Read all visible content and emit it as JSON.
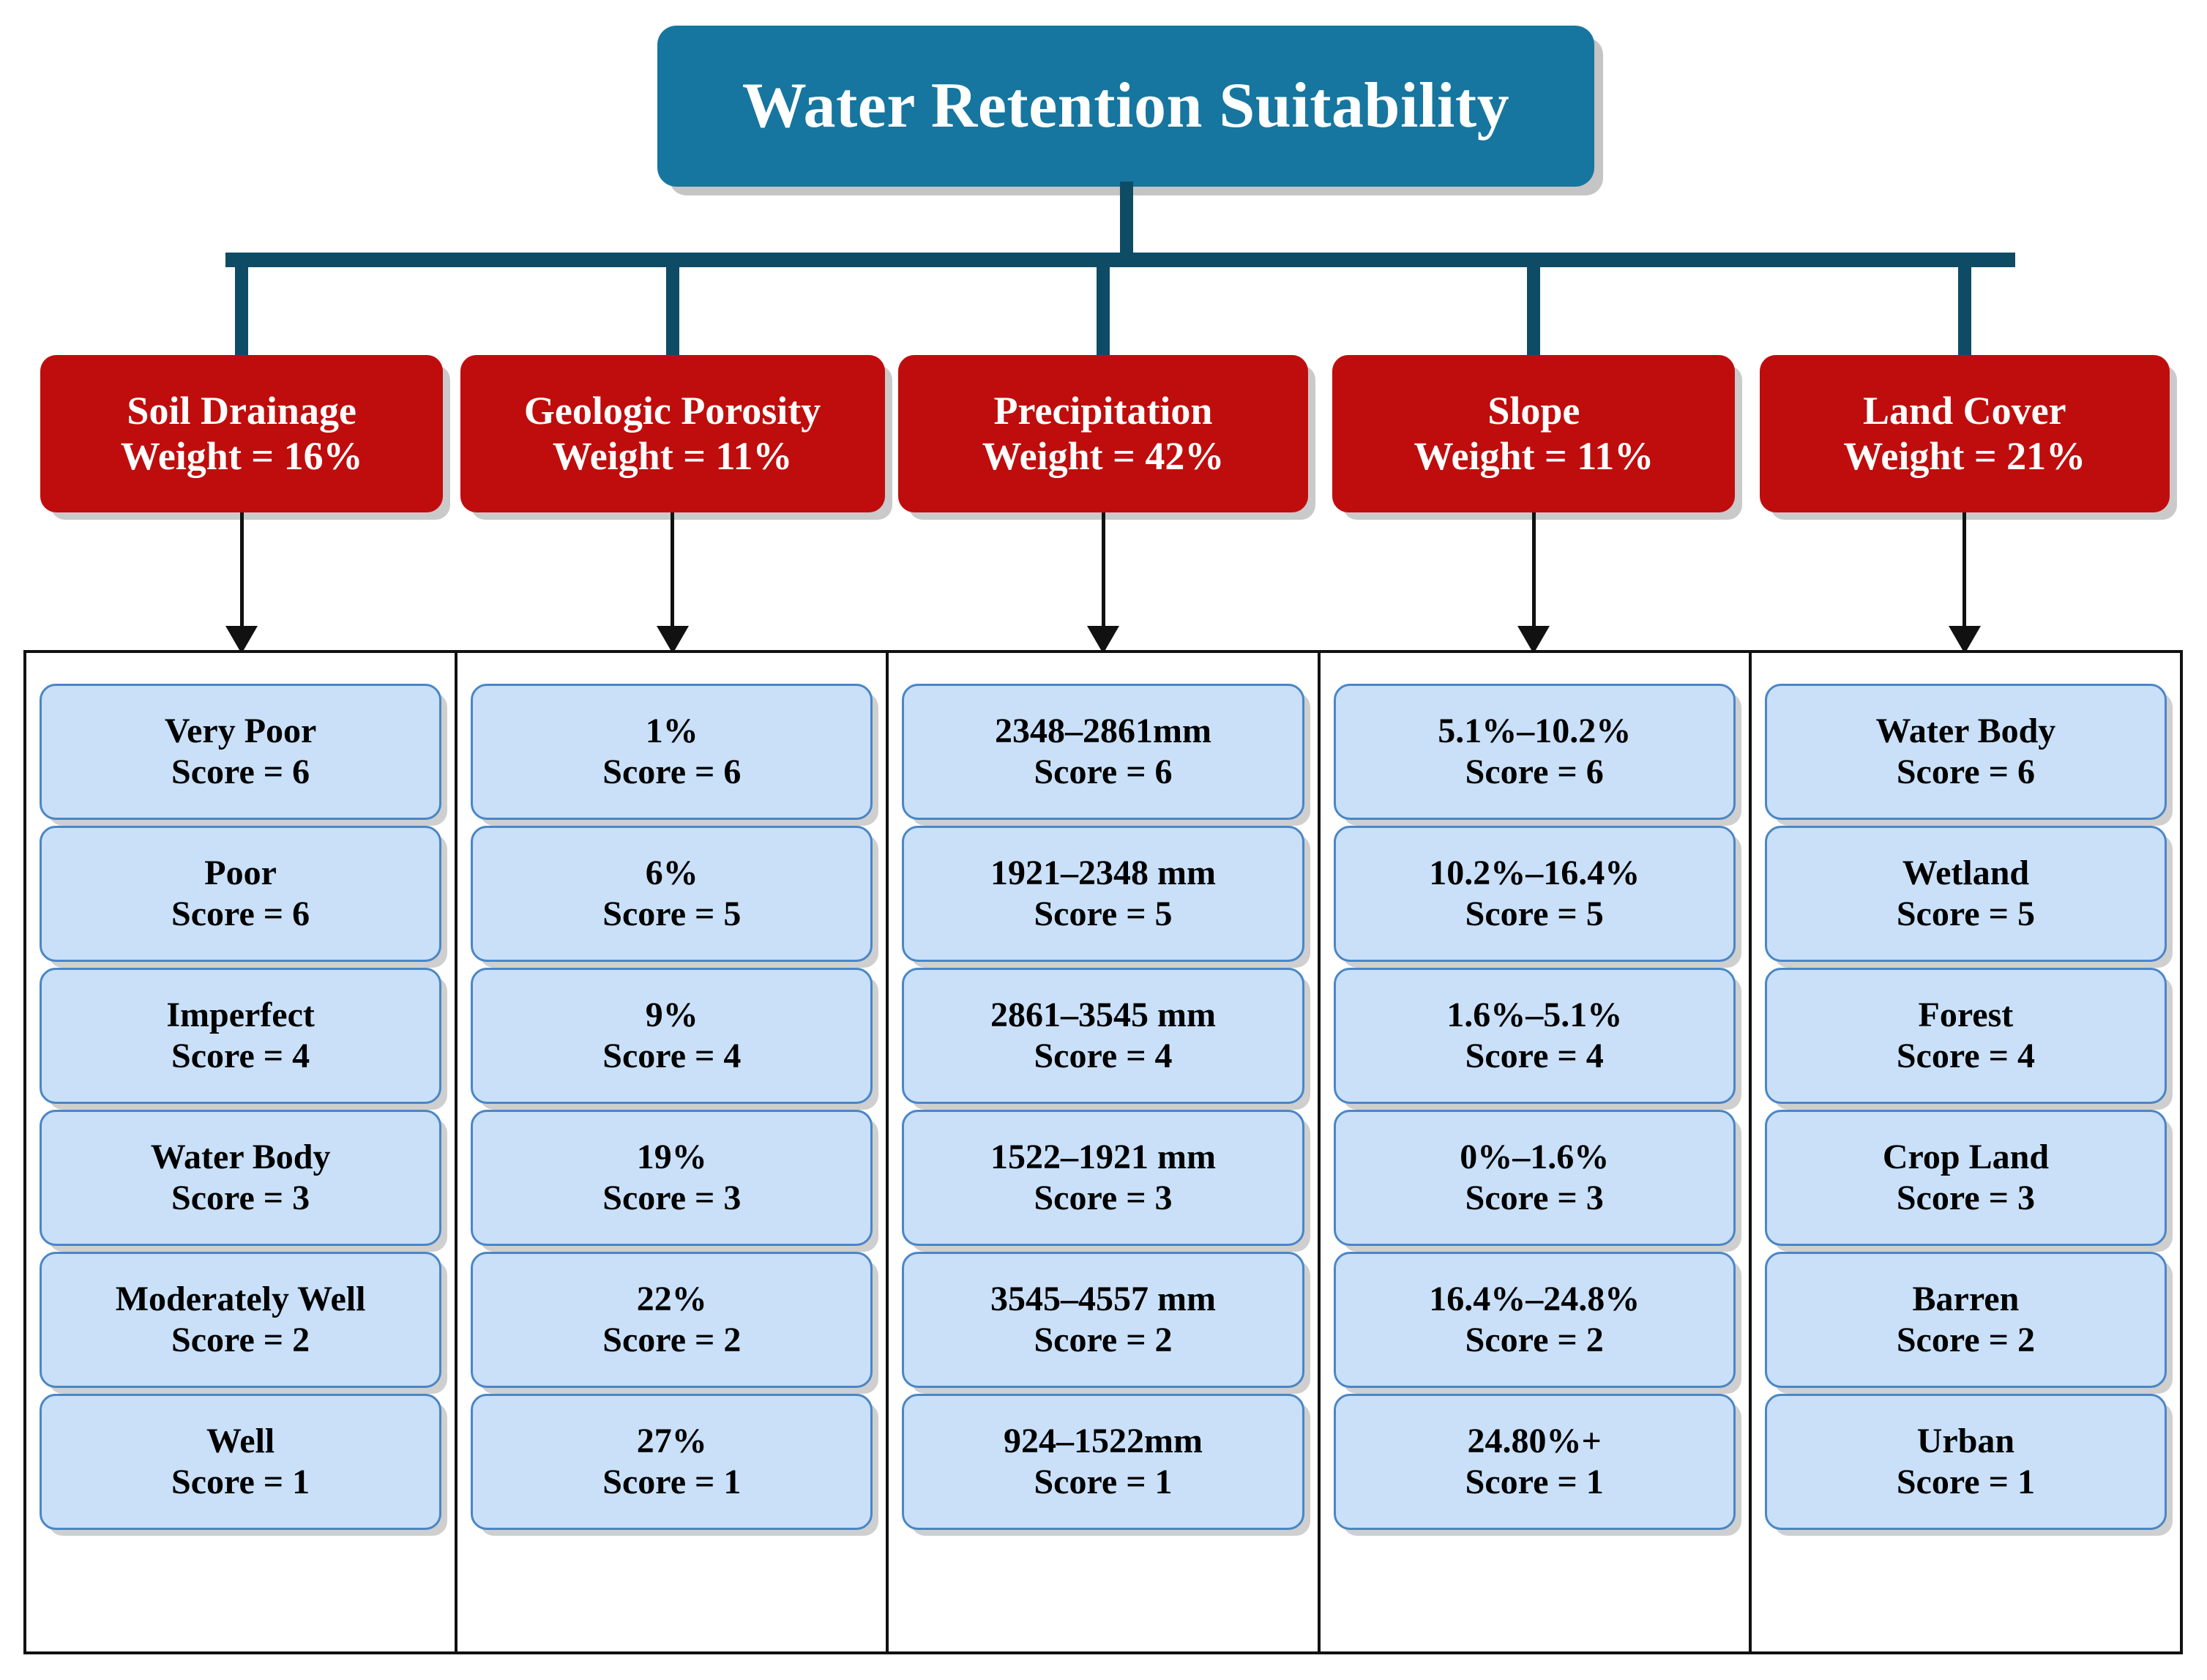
{
  "title": "Water Retention Suitability",
  "colors": {
    "root": "#16769f",
    "criterion": "#bf0d0d",
    "class_fill": "#c9e0f8",
    "class_border": "#4a86c6",
    "connector": "#0e4c66",
    "arrow": "#111111",
    "panel_border": "#111111"
  },
  "score_label": "Score = ",
  "criteria": [
    {
      "name": "Soil Drainage",
      "weight_line": "Weight = 16%",
      "weight_value": "16%",
      "classes": [
        {
          "label": "Very Poor",
          "score_line": "Score = 6",
          "score": 6
        },
        {
          "label": "Poor",
          "score_line": "Score = 6",
          "score": 6
        },
        {
          "label": "Imperfect",
          "score_line": "Score = 4",
          "score": 4
        },
        {
          "label": "Water Body",
          "score_line": "Score = 3",
          "score": 3
        },
        {
          "label": "Moderately Well",
          "score_line": "Score = 2",
          "score": 2
        },
        {
          "label": "Well",
          "score_line": "Score = 1",
          "score": 1
        }
      ]
    },
    {
      "name": "Geologic Porosity",
      "weight_line": "Weight = 11%",
      "weight_value": "11%",
      "classes": [
        {
          "label": "1%",
          "score_line": "Score = 6",
          "score": 6
        },
        {
          "label": "6%",
          "score_line": "Score = 5",
          "score": 5
        },
        {
          "label": "9%",
          "score_line": "Score = 4",
          "score": 4
        },
        {
          "label": "19%",
          "score_line": "Score = 3",
          "score": 3
        },
        {
          "label": "22%",
          "score_line": "Score = 2",
          "score": 2
        },
        {
          "label": "27%",
          "score_line": "Score = 1",
          "score": 1
        }
      ]
    },
    {
      "name": "Precipitation",
      "weight_line": "Weight = 42%",
      "weight_value": "42%",
      "classes": [
        {
          "label": "2348–2861mm",
          "score_line": "Score = 6",
          "score": 6
        },
        {
          "label": "1921–2348 mm",
          "score_line": "Score = 5",
          "score": 5
        },
        {
          "label": "2861–3545 mm",
          "score_line": "Score = 4",
          "score": 4
        },
        {
          "label": "1522–1921 mm",
          "score_line": "Score = 3",
          "score": 3
        },
        {
          "label": "3545–4557 mm",
          "score_line": "Score = 2",
          "score": 2
        },
        {
          "label": "924–1522mm",
          "score_line": "Score = 1",
          "score": 1
        }
      ]
    },
    {
      "name": "Slope",
      "weight_line": "Weight = 11%",
      "weight_value": "11%",
      "classes": [
        {
          "label": "5.1%–10.2%",
          "score_line": "Score = 6",
          "score": 6
        },
        {
          "label": "10.2%–16.4%",
          "score_line": "Score = 5",
          "score": 5
        },
        {
          "label": "1.6%–5.1%",
          "score_line": "Score = 4",
          "score": 4
        },
        {
          "label": "0%–1.6%",
          "score_line": "Score = 3",
          "score": 3
        },
        {
          "label": "16.4%–24.8%",
          "score_line": "Score = 2",
          "score": 2
        },
        {
          "label": "24.80%+",
          "score_line": "Score = 1",
          "score": 1
        }
      ]
    },
    {
      "name": "Land Cover",
      "weight_line": "Weight = 21%",
      "weight_value": "21%",
      "classes": [
        {
          "label": "Water Body",
          "score_line": "Score = 6",
          "score": 6
        },
        {
          "label": "Wetland",
          "score_line": "Score = 5",
          "score": 5
        },
        {
          "label": "Forest",
          "score_line": "Score = 4",
          "score": 4
        },
        {
          "label": "Crop Land",
          "score_line": "Score = 3",
          "score": 3
        },
        {
          "label": "Barren",
          "score_line": "Score = 2",
          "score": 2
        },
        {
          "label": "Urban",
          "score_line": "Score = 1",
          "score": 1
        }
      ]
    }
  ]
}
